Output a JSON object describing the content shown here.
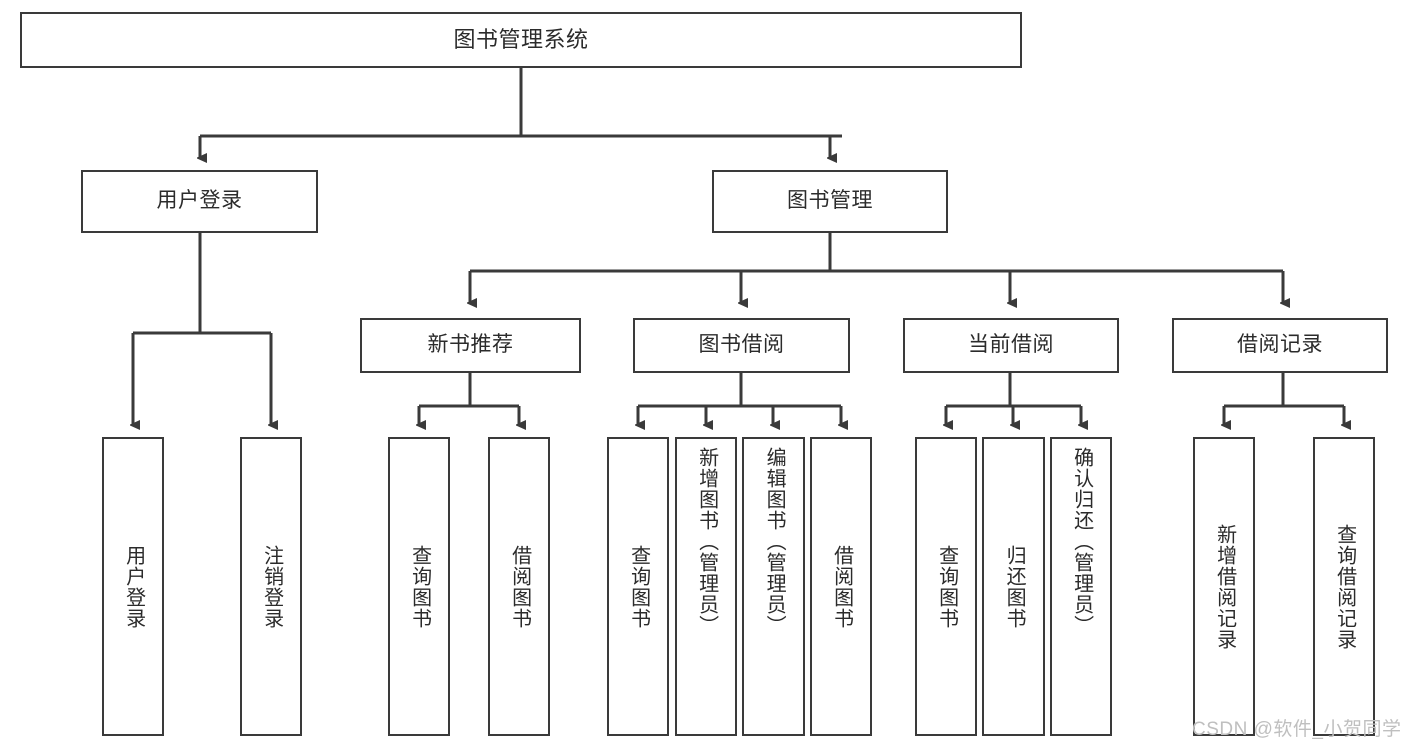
{
  "diagram": {
    "title": "图书管理系统",
    "type": "hierarchy-tree",
    "watermark": "CSDN @软件_小贺同学",
    "colors": {
      "stroke": "#3a3a3a",
      "text": "#2b2b2b",
      "background": "#ffffff",
      "watermark": "#bfbfbf"
    },
    "root": {
      "label": "图书管理系统"
    },
    "level1": [
      {
        "label": "用户登录"
      },
      {
        "label": "图书管理"
      }
    ],
    "level2": [
      {
        "label": "新书推荐"
      },
      {
        "label": "图书借阅"
      },
      {
        "label": "当前借阅"
      },
      {
        "label": "借阅记录"
      }
    ],
    "leaves": {
      "user_login": [
        {
          "label": "用户登录"
        },
        {
          "label": "注销登录"
        }
      ],
      "new_book_recommend": [
        {
          "label": "查询图书"
        },
        {
          "label": "借阅图书"
        }
      ],
      "book_borrow": [
        {
          "label": "查询图书"
        },
        {
          "label": "新增图书（管理员）"
        },
        {
          "label": "编辑图书（管理员）"
        },
        {
          "label": "借阅图书"
        }
      ],
      "current_borrow": [
        {
          "label": "查询图书"
        },
        {
          "label": "归还图书"
        },
        {
          "label": "确认归还（管理员）"
        }
      ],
      "borrow_record": [
        {
          "label": "新增借阅记录"
        },
        {
          "label": "查询借阅记录"
        }
      ]
    }
  }
}
